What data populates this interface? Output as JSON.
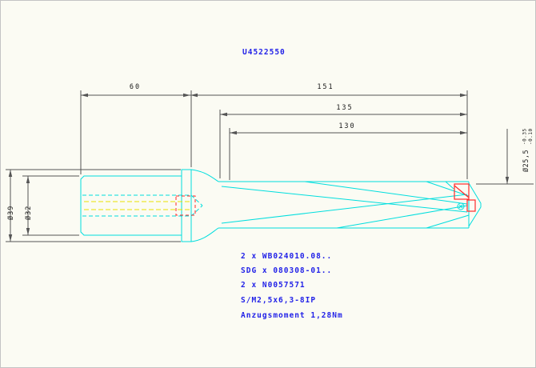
{
  "title": "U4522550",
  "dimensions": {
    "length_60": "60",
    "length_151": "151",
    "length_135": "135",
    "length_130": "130",
    "dia_39": "Ø39",
    "dia_32": "Ø32",
    "dia_25": "Ø25,5",
    "dia_25_tol_upper": "-0.35",
    "dia_25_tol_lower": "-0.10"
  },
  "parts_list": [
    "2 x WB024010.08..",
    "SDG x 080308-01..",
    "2 x N0057571",
    "S/M2,5x6,3-8IP",
    "Anzugsmoment 1,28Nm"
  ],
  "colors": {
    "background": "#fbfbf3",
    "tool_outline": "#00dede",
    "centerline": "#e8e000",
    "insert": "#ff2a2a",
    "dimension": "#555555",
    "dimension_text": "#1a1a1a",
    "annotation_text": "#2222e8"
  }
}
